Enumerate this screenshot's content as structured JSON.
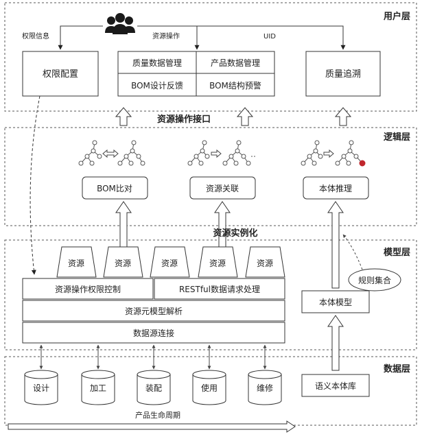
{
  "layers": {
    "user": "用户层",
    "logic": "逻辑层",
    "model": "模型层",
    "data": "数据层"
  },
  "user_layer": {
    "permission_info": "权限信息",
    "resource_ops": "资源操作",
    "uid": "UID",
    "permission_config": "权限配置",
    "quality_data_mgmt": "质量数据管理",
    "product_data_mgmt": "产品数据管理",
    "bom_design_feedback": "BOM设计反馈",
    "bom_structure_warning": "BOM结构预警",
    "quality_trace": "质量追溯"
  },
  "interface_label": "资源操作接口",
  "logic_layer": {
    "bom_compare": "BOM比对",
    "resource_link": "资源关联",
    "ontology_reasoning": "本体推理"
  },
  "instantiation_label": "资源实例化",
  "model_layer": {
    "resources": [
      "资源",
      "资源",
      "资源",
      "资源",
      "资源"
    ],
    "permission_control": "资源操作权限控制",
    "restful": "RESTful数据请求处理",
    "meta_model": "资源元模型解析",
    "datasource": "数据源连接",
    "ontology_model": "本体模型",
    "rule_set": "规则集合"
  },
  "data_layer": {
    "stores": [
      "设计",
      "加工",
      "装配",
      "使用",
      "维修"
    ],
    "semantic_lib": "语义本体库"
  },
  "lifecycle_label": "产品生命周期"
}
